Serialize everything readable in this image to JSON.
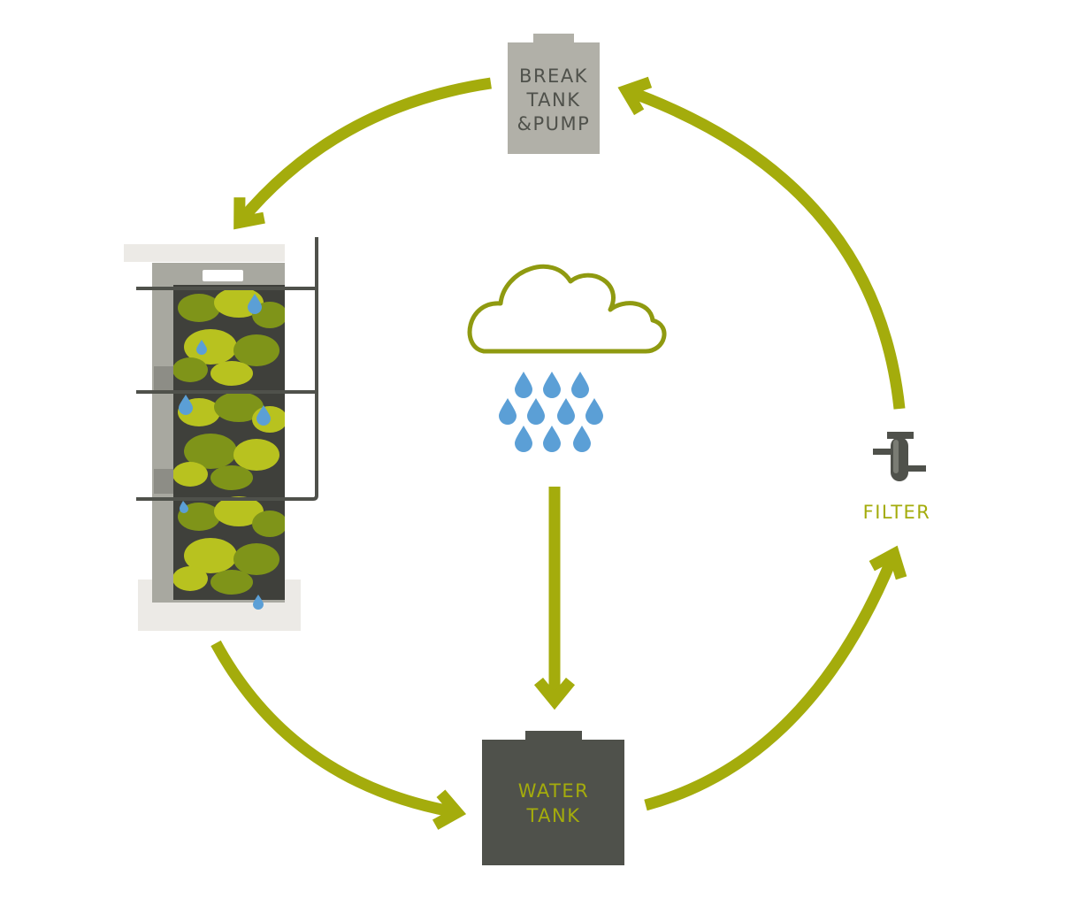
{
  "colors": {
    "arrow": "#a4ac0c",
    "break_tank": "#b1b0a8",
    "water_tank": "#4f514b",
    "water_drop": "#5b9fd6",
    "cloud_outline": "#8f9a10",
    "leaf_light": "#b8c21f",
    "leaf_dark": "#7f9419",
    "frame": "#a8a8a0",
    "pipe": "#4f514b",
    "filter": "#4f514b"
  },
  "nodes": {
    "break_tank": {
      "line1": "BREAK",
      "line2": "TANK",
      "line3": "&PUMP",
      "icon": "break-tank-icon"
    },
    "water_tank": {
      "line1": "WATER",
      "line2": "TANK",
      "icon": "water-tank-icon"
    },
    "filter": {
      "label": "FILTER",
      "icon": "filter-icon"
    },
    "green_wall": {
      "icon": "green-wall-icon"
    },
    "rain": {
      "icon": "rain-cloud-icon"
    }
  }
}
